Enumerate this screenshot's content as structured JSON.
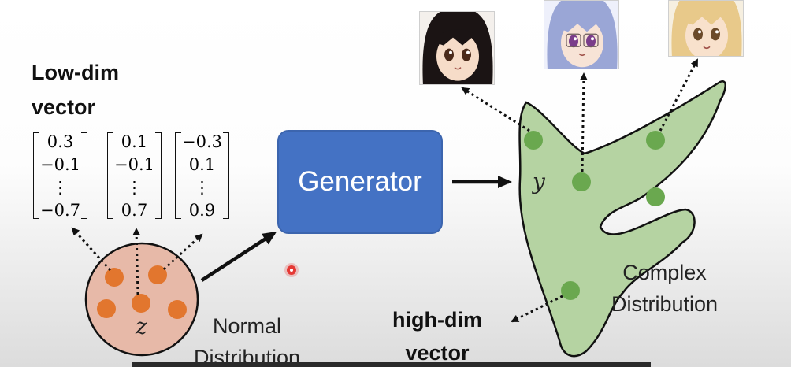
{
  "labels": {
    "low_dim_line1": "Low-dim",
    "low_dim_line2": "vector",
    "generator": "Generator",
    "normal_line1": "Normal",
    "normal_line2": "Distribution",
    "complex_line1": "Complex",
    "complex_line2": "Distribution",
    "high_dim_line1": "high-dim",
    "high_dim_line2": "vector",
    "z": "z",
    "y": "y"
  },
  "vectors": [
    [
      "0.3",
      "−0.1",
      "⋮",
      "−0.7"
    ],
    [
      "0.1",
      "−0.1",
      "⋮",
      "0.7"
    ],
    [
      "−0.3",
      "0.1",
      "⋮",
      "0.9"
    ]
  ],
  "anime_faces": [
    {
      "hair": "#1b1414",
      "skin": "#f6dcc8",
      "eyes": "#4a2a1a",
      "bg": "#f4f0ec",
      "glasses": false
    },
    {
      "hair": "#9aa6d6",
      "skin": "#f7e3d6",
      "eyes": "#7a3d8a",
      "bg": "#eef0fb",
      "glasses": true
    },
    {
      "hair": "#e8c98a",
      "skin": "#f8e1cc",
      "eyes": "#6b4a2a",
      "bg": "#f6efe0",
      "glasses": false
    }
  ],
  "colors": {
    "generator_fill": "#4472c4",
    "normal_fill": "#e7b9a8",
    "normal_dot": "#e2762e",
    "complex_fill": "#b5d3a2",
    "complex_dot": "#6aa84f",
    "arrow": "#111111"
  }
}
